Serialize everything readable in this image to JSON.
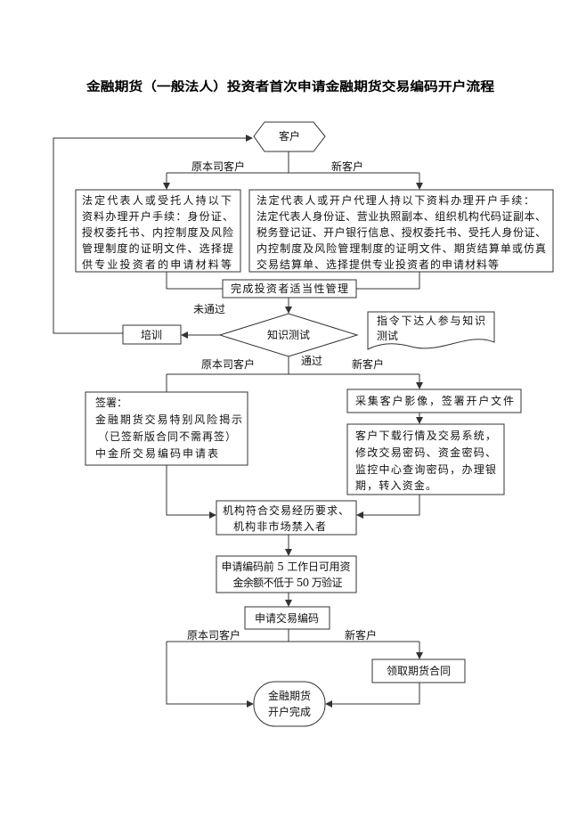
{
  "title": "金融期货（一般法人）投资者首次申请金融期货交易编码开户流程",
  "start_node": "客户",
  "branch_labels_1": {
    "left": "原本司客户",
    "right": "新客户"
  },
  "left_requirements": [
    "法定代表人或受托人持以下",
    "资料办理开户手续：身份证、",
    "授权委托书、内控制度及风险",
    "管理制度的证明文件、选择提",
    "供专业投资者的申请材料等"
  ],
  "right_requirements": [
    "法定代表人或开户代理人持以下资料办理开户手续：",
    "法定代表人身份证、营业执照副本、组织机构代码证副本、",
    "税务登记证、开户银行信息、授权委托书、受托人身份证、",
    "内控制度及风险管理制度的证明文件、期货结算单或仿真",
    "交易结算单、选择提供专业投资者的申请材料等"
  ],
  "suitability": "完成投资者适当性管理",
  "test": "知识测试",
  "fail_label": "未通过",
  "training": "培训",
  "test_note": [
    "指令下达人参与知识",
    "测试"
  ],
  "pass_label": "通过",
  "branch_labels_2": {
    "left": "原本司客户",
    "right": "新客户"
  },
  "sign_box": [
    "签署：",
    "金融期货交易特别风险揭示",
    "（已签新版合同不需再签）",
    "中金所交易编码申请表"
  ],
  "collect_box": "采集客户影像，签署开户文件",
  "system_box": [
    "客户下载行情及交易系统，",
    "修改交易密码、资金密码、",
    "监控中心查询密码，办理银",
    "期，转入资金。"
  ],
  "institution_check": [
    "机构符合交易经历要求、",
    "机构非市场禁入者"
  ],
  "fund_check": [
    "申请编码前 5 工作日可用资",
    "金余额不低于 50 万验证"
  ],
  "apply_code": "申请交易编码",
  "branch_labels_3": {
    "left": "原本司客户",
    "right": "新客户"
  },
  "contract": "领取期货合同",
  "end_node": [
    "金融期货",
    "开户完成"
  ]
}
